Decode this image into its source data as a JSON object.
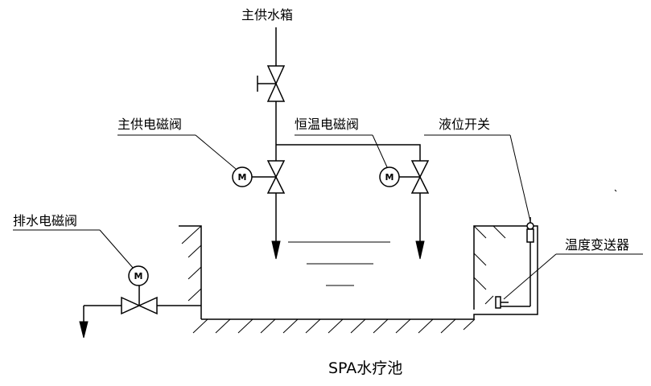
{
  "labels": {
    "main_tank": "主供水箱",
    "main_solenoid": "主供电磁阀",
    "constant_temp_solenoid": "恒温电磁阀",
    "level_switch": "液位开关",
    "drain_solenoid": "排水电磁阀",
    "temp_transmitter": "温度变送器",
    "pool_title": "SPA水疗池"
  },
  "motor_symbol": "M"
}
